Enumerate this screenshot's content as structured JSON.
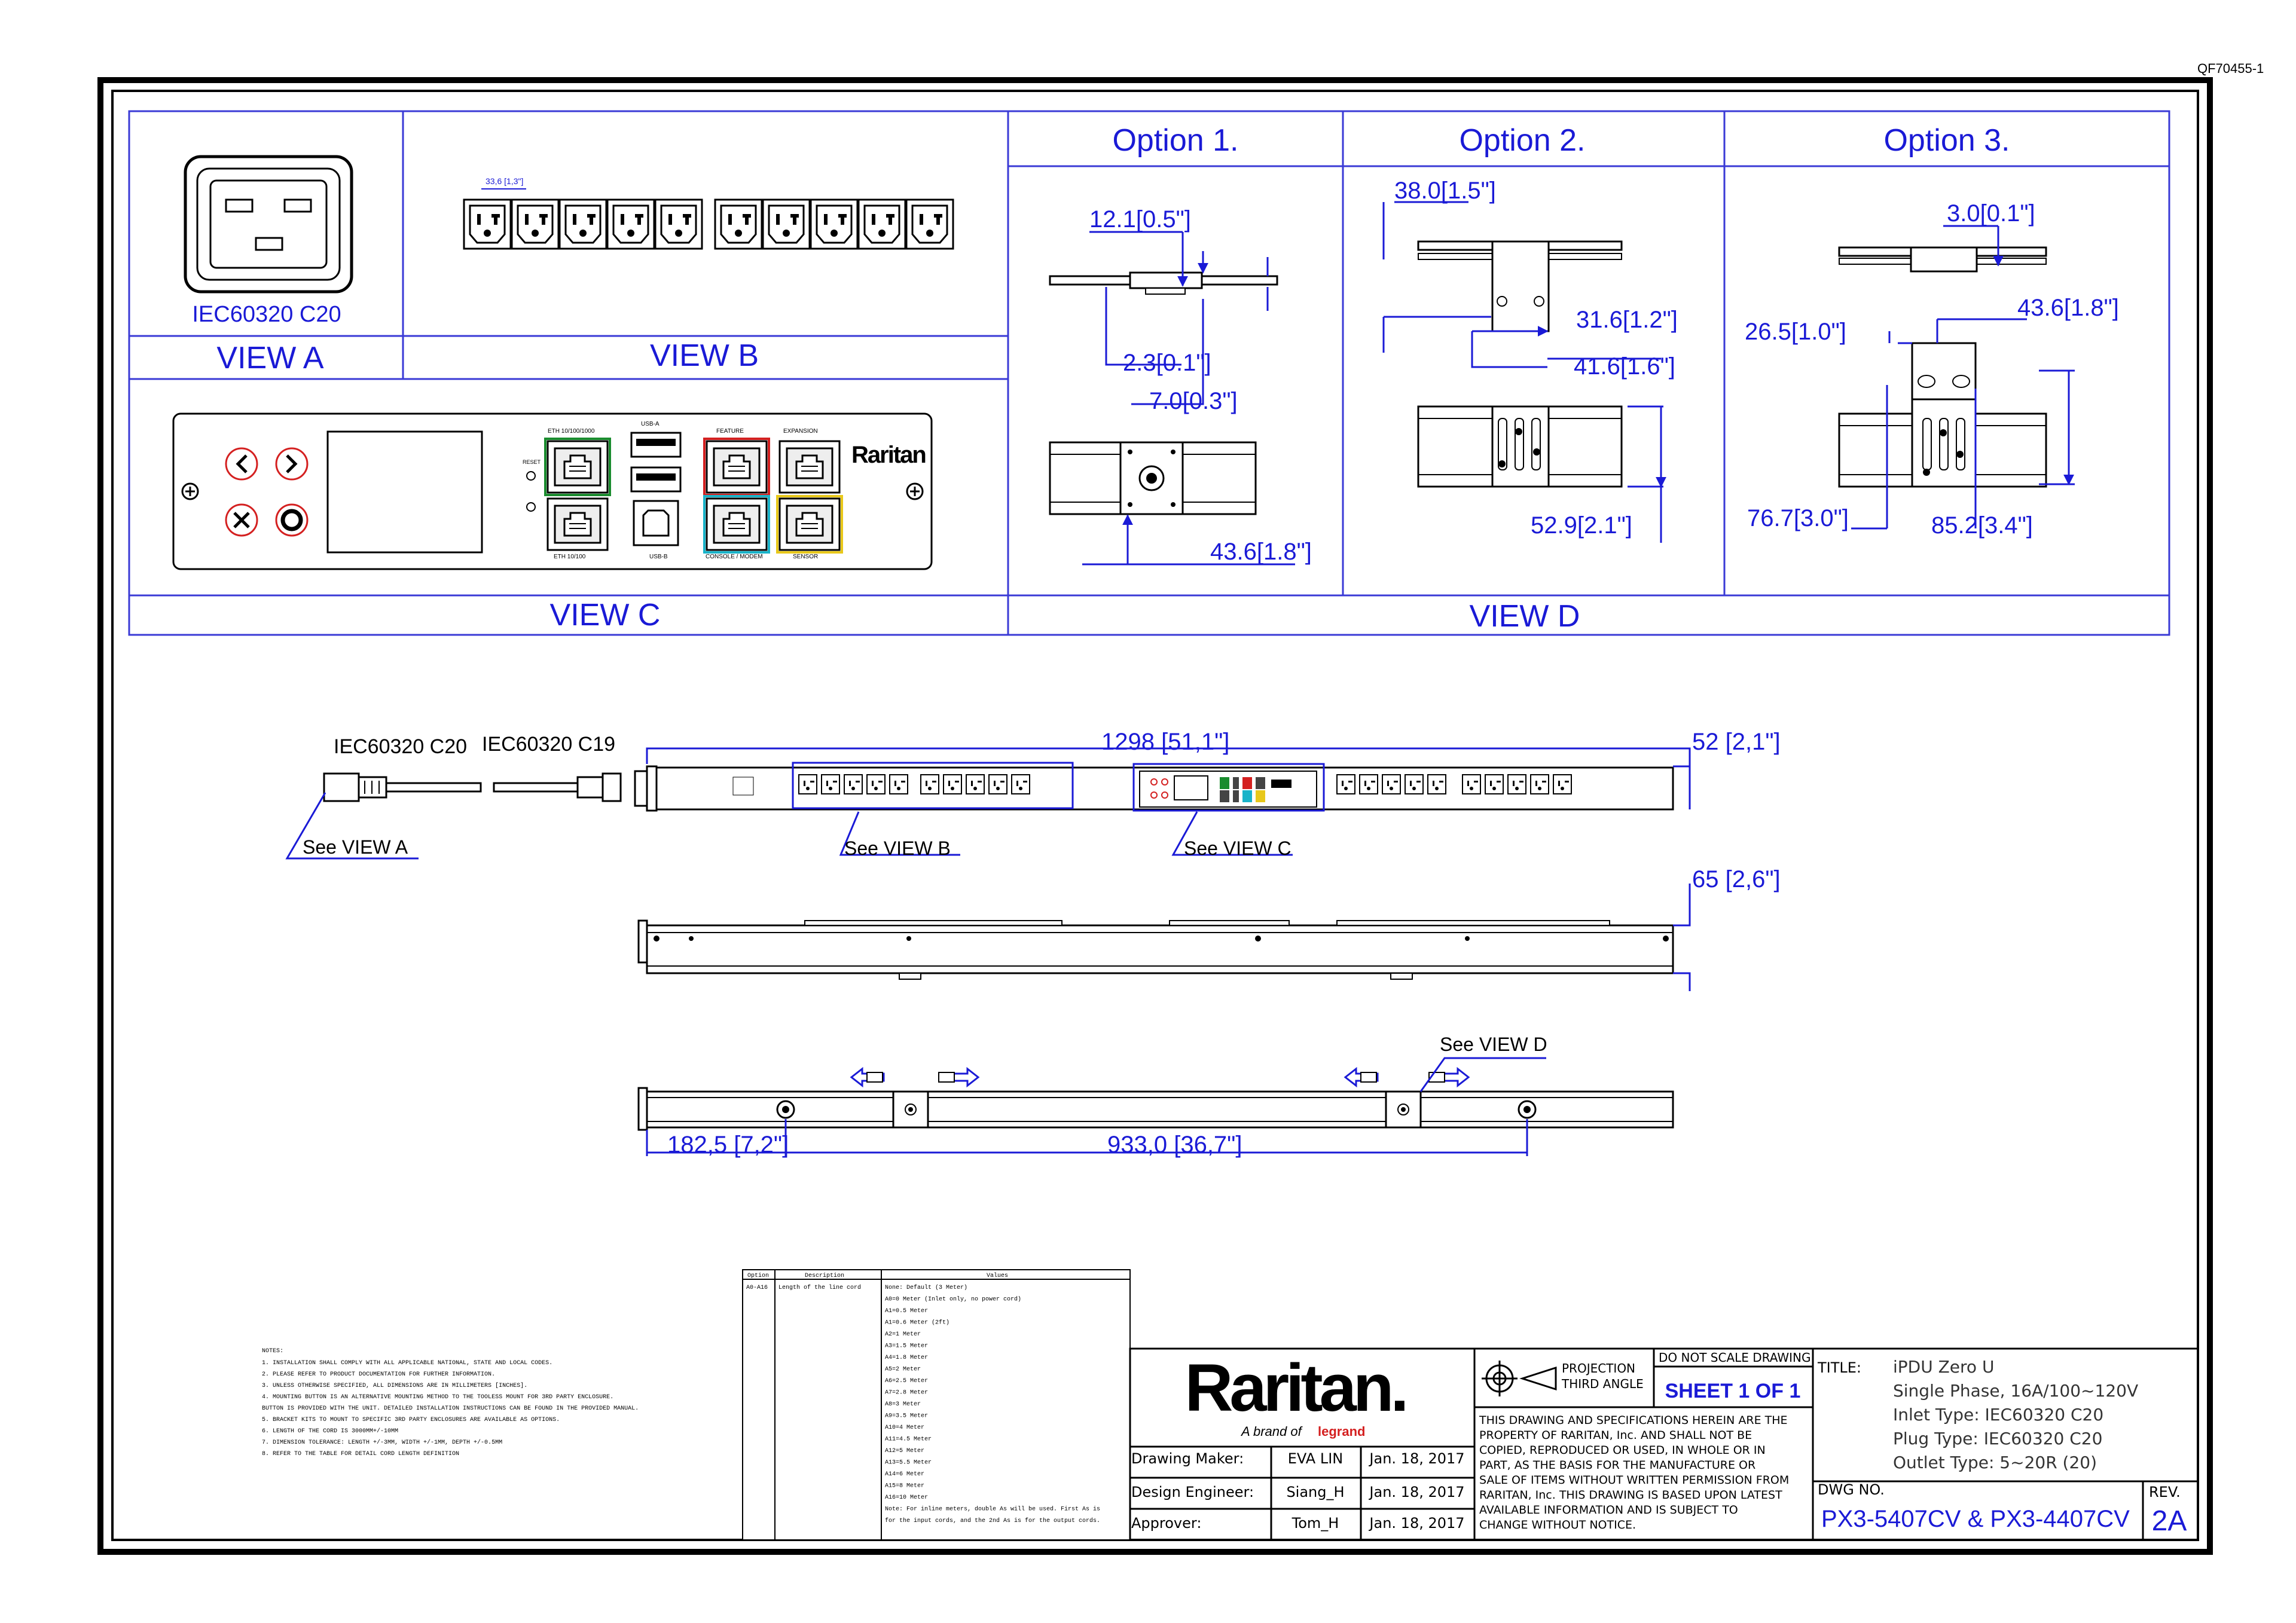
{
  "doc_code": "QF70455-1",
  "top_panel": {
    "view_a": {
      "label": "VIEW A",
      "caption": "IEC60320 C20"
    },
    "view_b": {
      "label": "VIEW B",
      "pitch": "33,6 [1,3\"]"
    },
    "view_c": {
      "label": "VIEW C",
      "brand": "Raritan",
      "ports": {
        "eth1": "ETH 10/100/1000",
        "eth2": "ETH 10/100",
        "usb_a": "USB-A",
        "usb_b": "USB-B",
        "feature": "FEATURE",
        "expansion": "EXPANSION",
        "console": "CONSOLE / MODEM",
        "sensor": "SENSOR",
        "reset": "RESET"
      }
    },
    "view_d": {
      "label": "VIEW D"
    },
    "options": [
      {
        "title": "Option 1.",
        "dims": [
          "12.1[0.5\"]",
          "2.3[0.1\"]",
          "7.0[0.3\"]",
          "43.6[1.8\"]"
        ]
      },
      {
        "title": "Option  2.",
        "dims": [
          "38.0[1.5\"]",
          "31.6[1.2\"]",
          "41.6[1.6\"]",
          "52.9[2.1\"]"
        ]
      },
      {
        "title": "Option 3.",
        "dims": [
          "3.0[0.1\"]",
          "43.6[1.8\"]",
          "26.5[1.0\"]",
          "76.7[3.0\"]",
          "85.2[3.4\"]"
        ]
      }
    ]
  },
  "main": {
    "inlet_label": "IEC60320 C20",
    "cord_label": "IEC60320 C19",
    "see_a": "See VIEW A",
    "see_b": "See VIEW B",
    "see_c": "See VIEW C",
    "see_d": "See VIEW D",
    "length": "1298 [51,1\"]",
    "width": "52 [2,1\"]",
    "depth": "65 [2,6\"]",
    "offset": "182,5 [7,2\"]",
    "spacing": "933,0 [36,7\"]"
  },
  "option_table": {
    "headers": [
      "Option",
      "Description",
      "Values"
    ],
    "option": "A0-A16",
    "description": "Length of the line cord",
    "values": [
      "None: Default (3 Meter)",
      "A0=0 Meter (Inlet only, no power cord)",
      "A1=0.5 Meter",
      "A1=0.6 Meter (2ft)",
      "A2=1 Meter",
      "A3=1.5 Meter",
      "A4=1.8 Meter",
      "A5=2 Meter",
      "A6=2.5 Meter",
      "A7=2.8 Meter",
      "A8=3 Meter",
      "A9=3.5 Meter",
      "A10=4 Meter",
      "A11=4.5 Meter",
      "A12=5 Meter",
      "A13=5.5 Meter",
      "A14=6 Meter",
      "A15=8 Meter",
      "A16=10 Meter",
      "Note: For inline meters, double As will be used. First As is",
      "for the input cords, and the 2nd As is for the output cords."
    ]
  },
  "notes": {
    "title": "NOTES:",
    "lines": [
      "1. INSTALLATION SHALL COMPLY WITH ALL APPLICABLE NATIONAL, STATE AND LOCAL CODES.",
      "2. PLEASE REFER TO PRODUCT DOCUMENTATION FOR FURTHER INFORMATION.",
      "3. UNLESS OTHERWISE SPECIFIED, ALL DIMENSIONS ARE IN MILLIMETERS [INCHES].",
      "4. MOUNTING BUTTON IS AN ALTERNATIVE MOUNTING METHOD TO THE TOOLESS MOUNT FOR 3RD PARTY ENCLOSURE.",
      "   BUTTON IS PROVIDED WITH THE UNIT. DETAILED INSTALLATION INSTRUCTIONS CAN BE FOUND IN THE PROVIDED MANUAL.",
      "5. BRACKET KITS TO MOUNT TO SPECIFIC 3RD PARTY ENCLOSURES ARE AVAILABLE AS OPTIONS.",
      "6. LENGTH OF THE CORD IS 3000MM+/-10MM",
      "7. DIMENSION TOLERANCE: LENGTH +/-3MM, WIDTH +/-1MM, DEPTH +/-0.5MM",
      "8. REFER TO THE TABLE FOR DETAIL CORD LENGTH DEFINITION"
    ]
  },
  "title_block": {
    "logo": "Raritan.",
    "logo_tag": "A brand of",
    "logo_brand": "legrand",
    "projection": "PROJECTION",
    "projection2": "THIRD ANGLE",
    "scale_note": "DO NOT SCALE DRAWING",
    "sheet": "SHEET 1 OF 1",
    "rows": [
      {
        "role": "Drawing Maker:",
        "name": "EVA LIN",
        "date": "Jan. 18, 2017"
      },
      {
        "role": "Design Engineer:",
        "name": "Siang_H",
        "date": "Jan. 18, 2017"
      },
      {
        "role": "Approver:",
        "name": "Tom_H",
        "date": "Jan. 18, 2017"
      }
    ],
    "disclaimer": [
      "THIS DRAWING AND SPECIFICATIONS HEREIN ARE THE",
      "PROPERTY OF RARITAN, Inc. AND SHALL NOT BE",
      "COPIED, REPRODUCED OR USED, IN WHOLE OR IN",
      "PART, AS THE BASIS FOR THE MANUFACTURE OR",
      "SALE OF ITEMS WITHOUT WRITTEN PERMISSION FROM",
      "RARITAN, Inc. THIS DRAWING IS BASED UPON LATEST",
      "AVAILABLE INFORMATION AND IS SUBJECT TO",
      "CHANGE WITHOUT NOTICE."
    ],
    "title_label": "TITLE:",
    "title_lines": [
      "iPDU Zero U",
      "Single Phase, 16A/100~120V",
      "Inlet Type: IEC60320 C20",
      "Plug Type: IEC60320 C20",
      "Outlet Type: 5~20R (20)"
    ],
    "dwg_label": "DWG NO.",
    "dwg_no": "PX3-5407CV & PX3-4407CV",
    "rev_label": "REV.",
    "rev": "2A"
  },
  "colors": {
    "dim_blue": "#1a1ad6",
    "green": "#1a8c2e",
    "red": "#d42020",
    "cyan": "#19b3c9",
    "yellow": "#e8c81a"
  }
}
